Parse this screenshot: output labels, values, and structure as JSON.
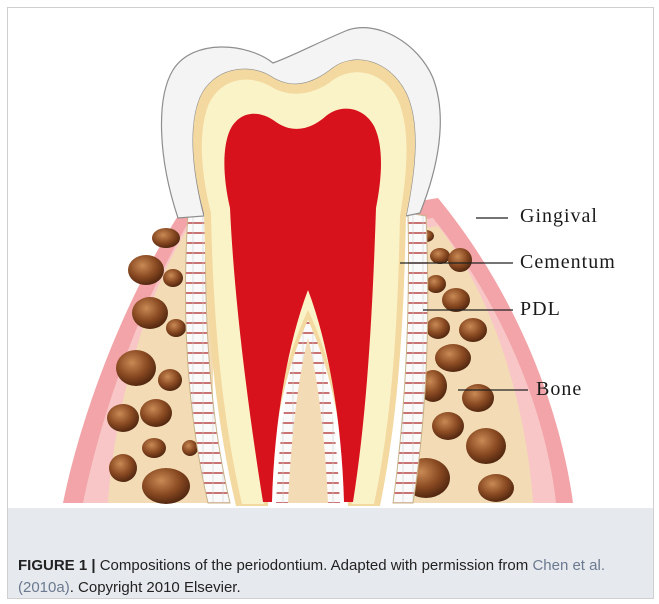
{
  "labels": {
    "gingival": "Gingival",
    "cementum": "Cementum",
    "pdl": "PDL",
    "bone": "Bone"
  },
  "caption": {
    "figure_number": "FIGURE 1 |",
    "text_before": " Compositions of the periodontium. Adapted with permission from ",
    "citation": "Chen et al. (2010a)",
    "text_after": ". Copyright 2010 Elsevier."
  },
  "colors": {
    "enamel": "#f4f4f4",
    "dentin": "#fbf3c8",
    "pulp": "#d8121c",
    "gingiva": "#f2a4a8",
    "bone_matrix": "#f3dcb5",
    "bone_particle": "#8a4a22",
    "pdl": "#ffffff"
  }
}
